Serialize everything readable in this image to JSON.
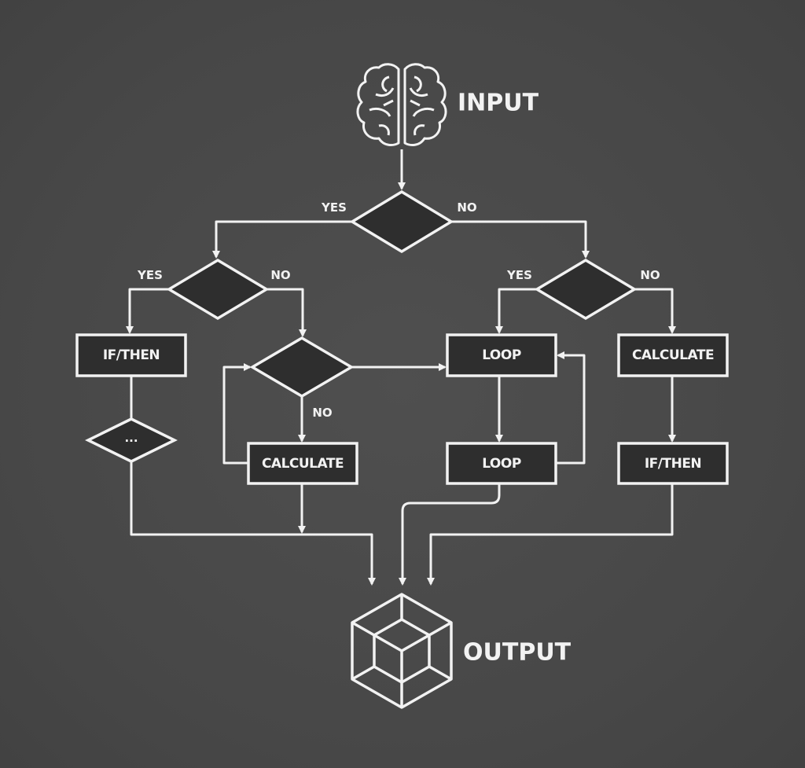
{
  "title_input": "INPUT",
  "title_output": "OUTPUT",
  "labels": {
    "yes": "YES",
    "no": "NO"
  },
  "boxes": {
    "if_then_left": "IF/THEN",
    "calculate_mid": "CALCULATE",
    "loop_top": "LOOP",
    "loop_bottom": "LOOP",
    "calculate_right": "CALCULATE",
    "if_then_right": "IF/THEN"
  },
  "ellipsis": "...",
  "icons": {
    "input": "brain-icon",
    "output": "cube-icon"
  },
  "colors": {
    "background": "#4a4a4a",
    "box_fill": "#2e2e2e",
    "stroke": "#f2f2f2"
  }
}
